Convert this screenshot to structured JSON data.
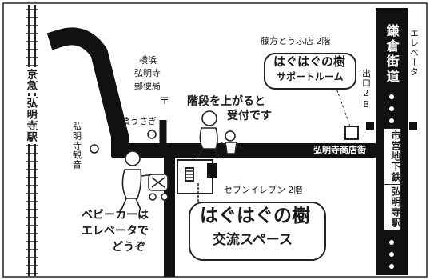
{
  "stations": {
    "keikyu_line": "京急",
    "keikyu_station": "弘明寺駅",
    "subway_line": "市営地下鉄",
    "subway_station": "弘明寺駅"
  },
  "roads": {
    "kamakura_kaido": "鎌倉街道",
    "shopping_street": "弘明寺商店街"
  },
  "landmarks": {
    "post_office": [
      "横浜",
      "弘明寺",
      "郵便局"
    ],
    "post_office_mark": "〒",
    "hama_usagi": "濱うさぎ",
    "gumyoji_kannon": "弘明寺観音",
    "tofu_shop": "藤方とうふ店 2階",
    "exit": "出口2B",
    "elevator": "エレベータ",
    "seven_eleven": "セブンイレブン 2階"
  },
  "callouts": {
    "support_room_title": "はぐはぐの樹",
    "support_room_sub": "サポートルーム",
    "stairs_note_1": "階段を上がると",
    "stairs_note_2": "受付です",
    "stroller_note_1": "ベビーカーは",
    "stroller_note_2": "エレベータで",
    "stroller_note_3": "どうぞ",
    "space_title": "はぐはぐの樹",
    "space_sub": "交流スペース"
  }
}
